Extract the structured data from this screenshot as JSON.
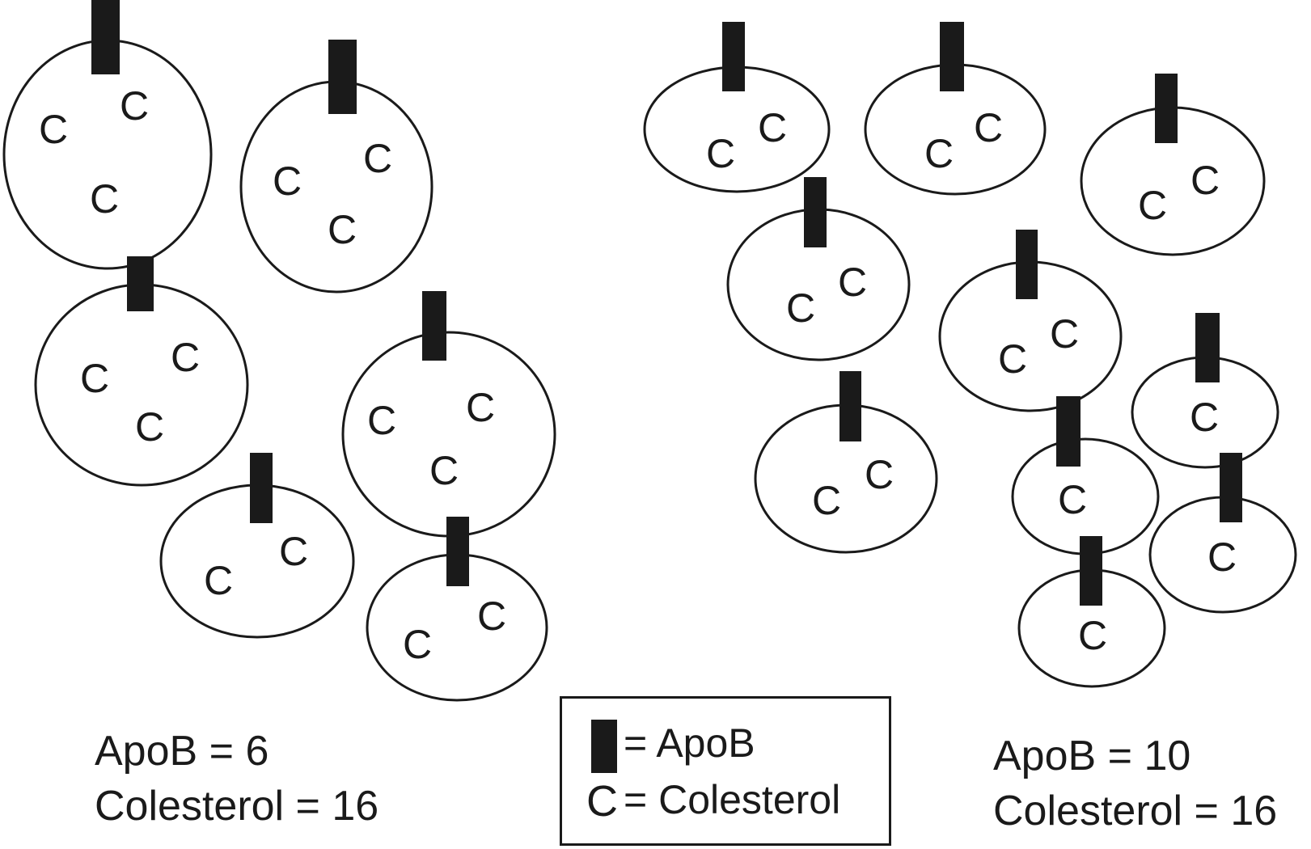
{
  "diagram": {
    "left_group": {
      "apob_label": "ApoB = 6",
      "cholesterol_label": "Colesterol = 16"
    },
    "right_group": {
      "apob_label": "ApoB = 10",
      "cholesterol_label": "Colesterol = 16"
    },
    "legend": {
      "apob_text": "= ApoB",
      "c_symbol": "C",
      "cholesterol_text": "= Colesterol"
    },
    "cholesterol_symbol": "C",
    "colors": {
      "stroke": "#1a1a1a",
      "fill": "#ffffff"
    }
  }
}
